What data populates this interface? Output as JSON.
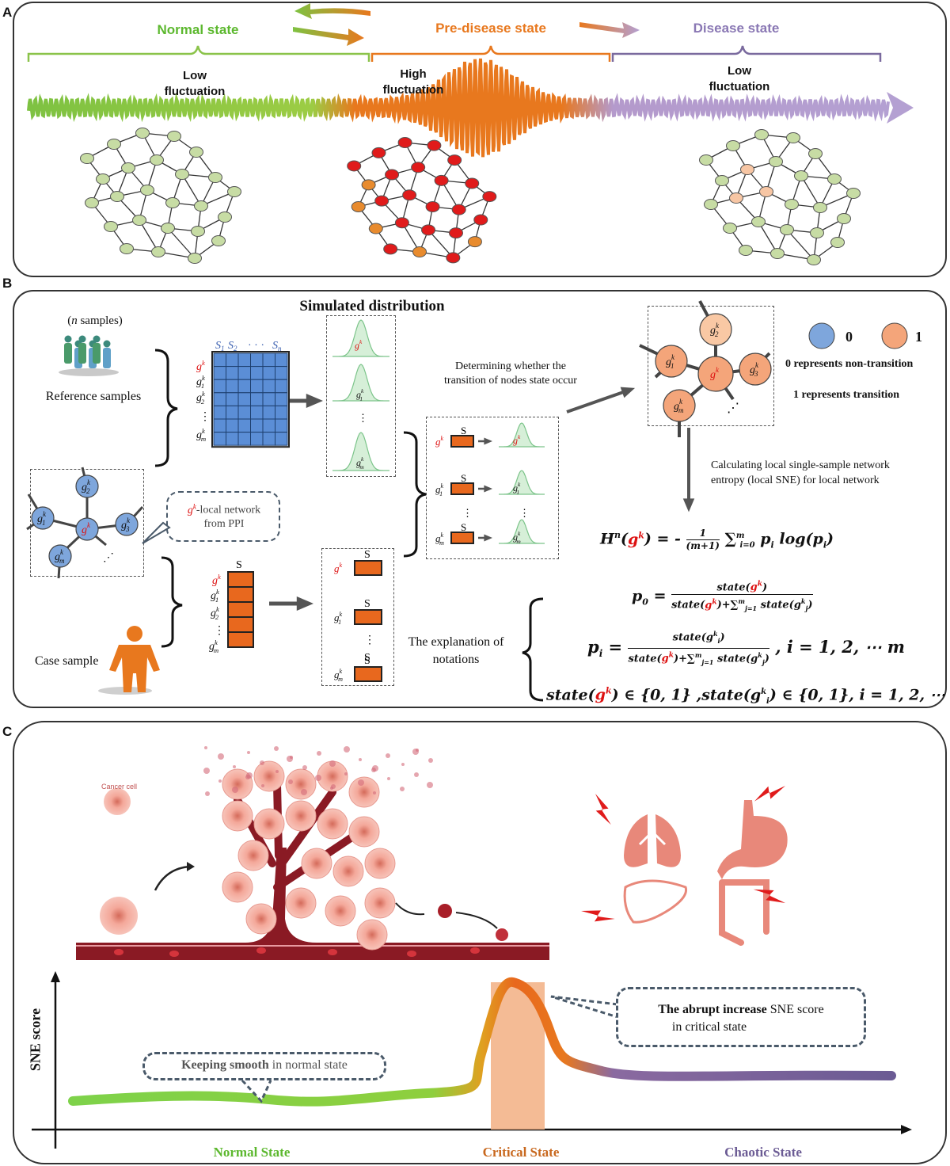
{
  "panel_a": {
    "letter": "A",
    "states": {
      "normal": "Normal state",
      "pre": "Pre-disease state",
      "disease": "Disease state"
    },
    "labels": {
      "low1_a": "Low",
      "low1_b": "fluctuation",
      "high_a": "High",
      "high_b": "fluctuation",
      "low2_a": "Low",
      "low2_b": "fluctuation"
    },
    "colors": {
      "normal": "#7ec242",
      "pre": "#e8781e",
      "disease": "#9e8ac0"
    }
  },
  "panel_b": {
    "letter": "B",
    "title": "Simulated distribution",
    "n_samples": "samples)",
    "n_samples_n": "n",
    "reference_samples": "Reference samples",
    "case_sample": "Case sample",
    "matrix_cols": {
      "s1": "S",
      "s2": "S",
      "dots": "· · ·",
      "sn": "S"
    },
    "col_s": "S",
    "determining_1": "Determining whether the",
    "determining_2": "transition of nodes state occur",
    "legend": {
      "zero": "0",
      "one": "1",
      "zero_desc": "0 represents non-transition",
      "one_desc": "1 represents transition"
    },
    "calc_1": "Calculating local single-sample network",
    "calc_2": "entropy (local SNE) for local network",
    "local_network_1": "-local network",
    "local_network_2": "from PPI",
    "explanation_1": "The explanation of",
    "explanation_2": "notations",
    "colors": {
      "blue": "#7ea6dc",
      "orange": "#f4a57a",
      "matrix": "#5b8ed6",
      "bar": "#e8681e"
    }
  },
  "panel_c": {
    "letter": "C",
    "cancer_cell": "Cancer cell",
    "y_label": "SNE score",
    "callout_smooth_bold": "Keeping smooth",
    "callout_smooth_rest": " in normal state",
    "callout_abrupt_bold": "The abrupt increase",
    "callout_abrupt_rest": " SNE score",
    "callout_abrupt_2": "in critical state",
    "x_labels": {
      "normal": "Normal State",
      "critical": "Critical State",
      "chaotic": "Chaotic State"
    },
    "colors": {
      "normal": "#5cb82e",
      "critical": "#c8681e",
      "chaotic": "#6b5b94"
    }
  }
}
